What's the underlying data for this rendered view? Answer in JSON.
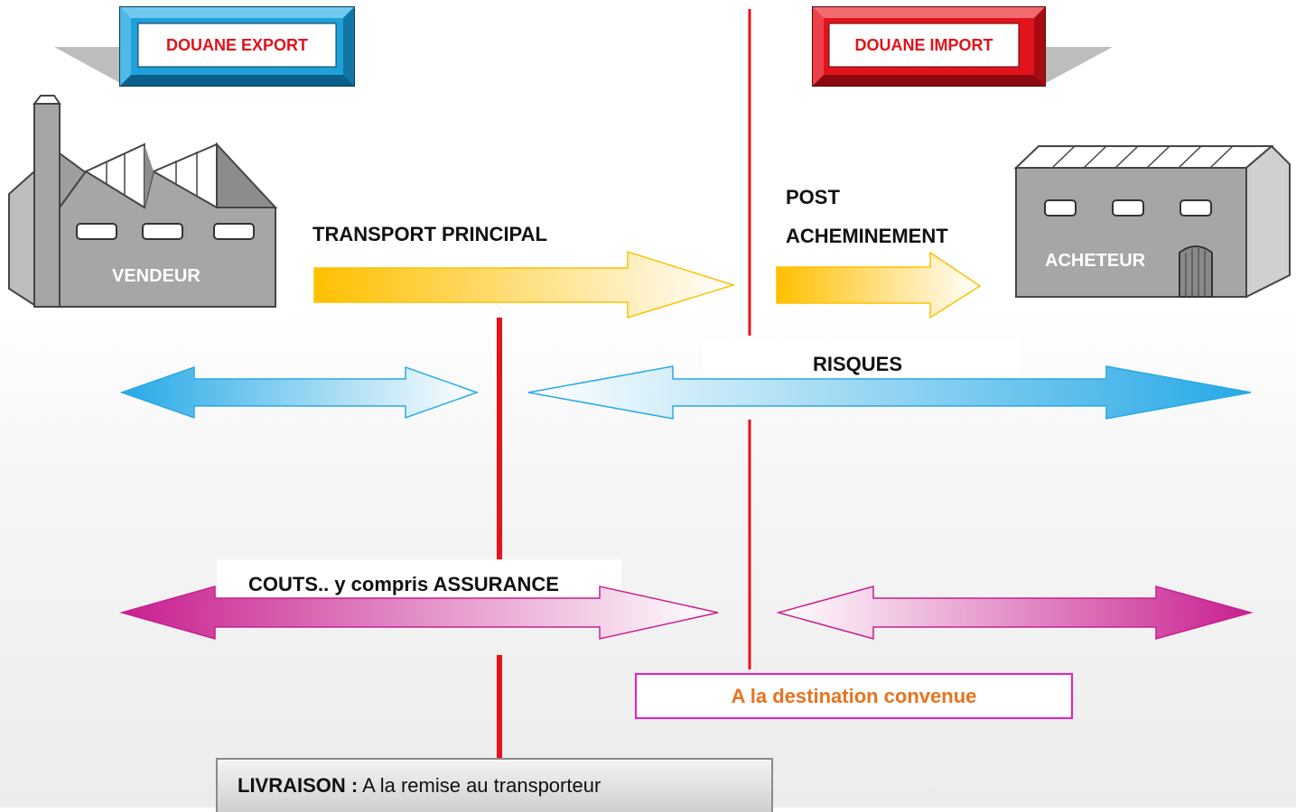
{
  "customs": {
    "export_label": "DOUANE EXPORT",
    "import_label": "DOUANE IMPORT",
    "export_color": "#1fa0d8",
    "import_color": "#e2131b"
  },
  "seller": {
    "label": "VENDEUR"
  },
  "buyer": {
    "label": "ACHETEUR"
  },
  "transport": {
    "main_label": "TRANSPORT PRINCIPAL",
    "post_label_line1": "POST",
    "post_label_line2": "ACHEMINEMENT"
  },
  "risks": {
    "label": "RISQUES"
  },
  "costs": {
    "label": "COUTS.. y compris ASSURANCE"
  },
  "destination": {
    "label": "A la destination convenue",
    "color": "#e8731c"
  },
  "delivery": {
    "label": "LIVRAISON :",
    "text": "A la remise au transporteur"
  },
  "colors": {
    "transport_arrow": "#ffc000",
    "risk_arrow": "#27a9e6",
    "cost_arrow": "#c8208f",
    "divider": "#e8121a"
  }
}
